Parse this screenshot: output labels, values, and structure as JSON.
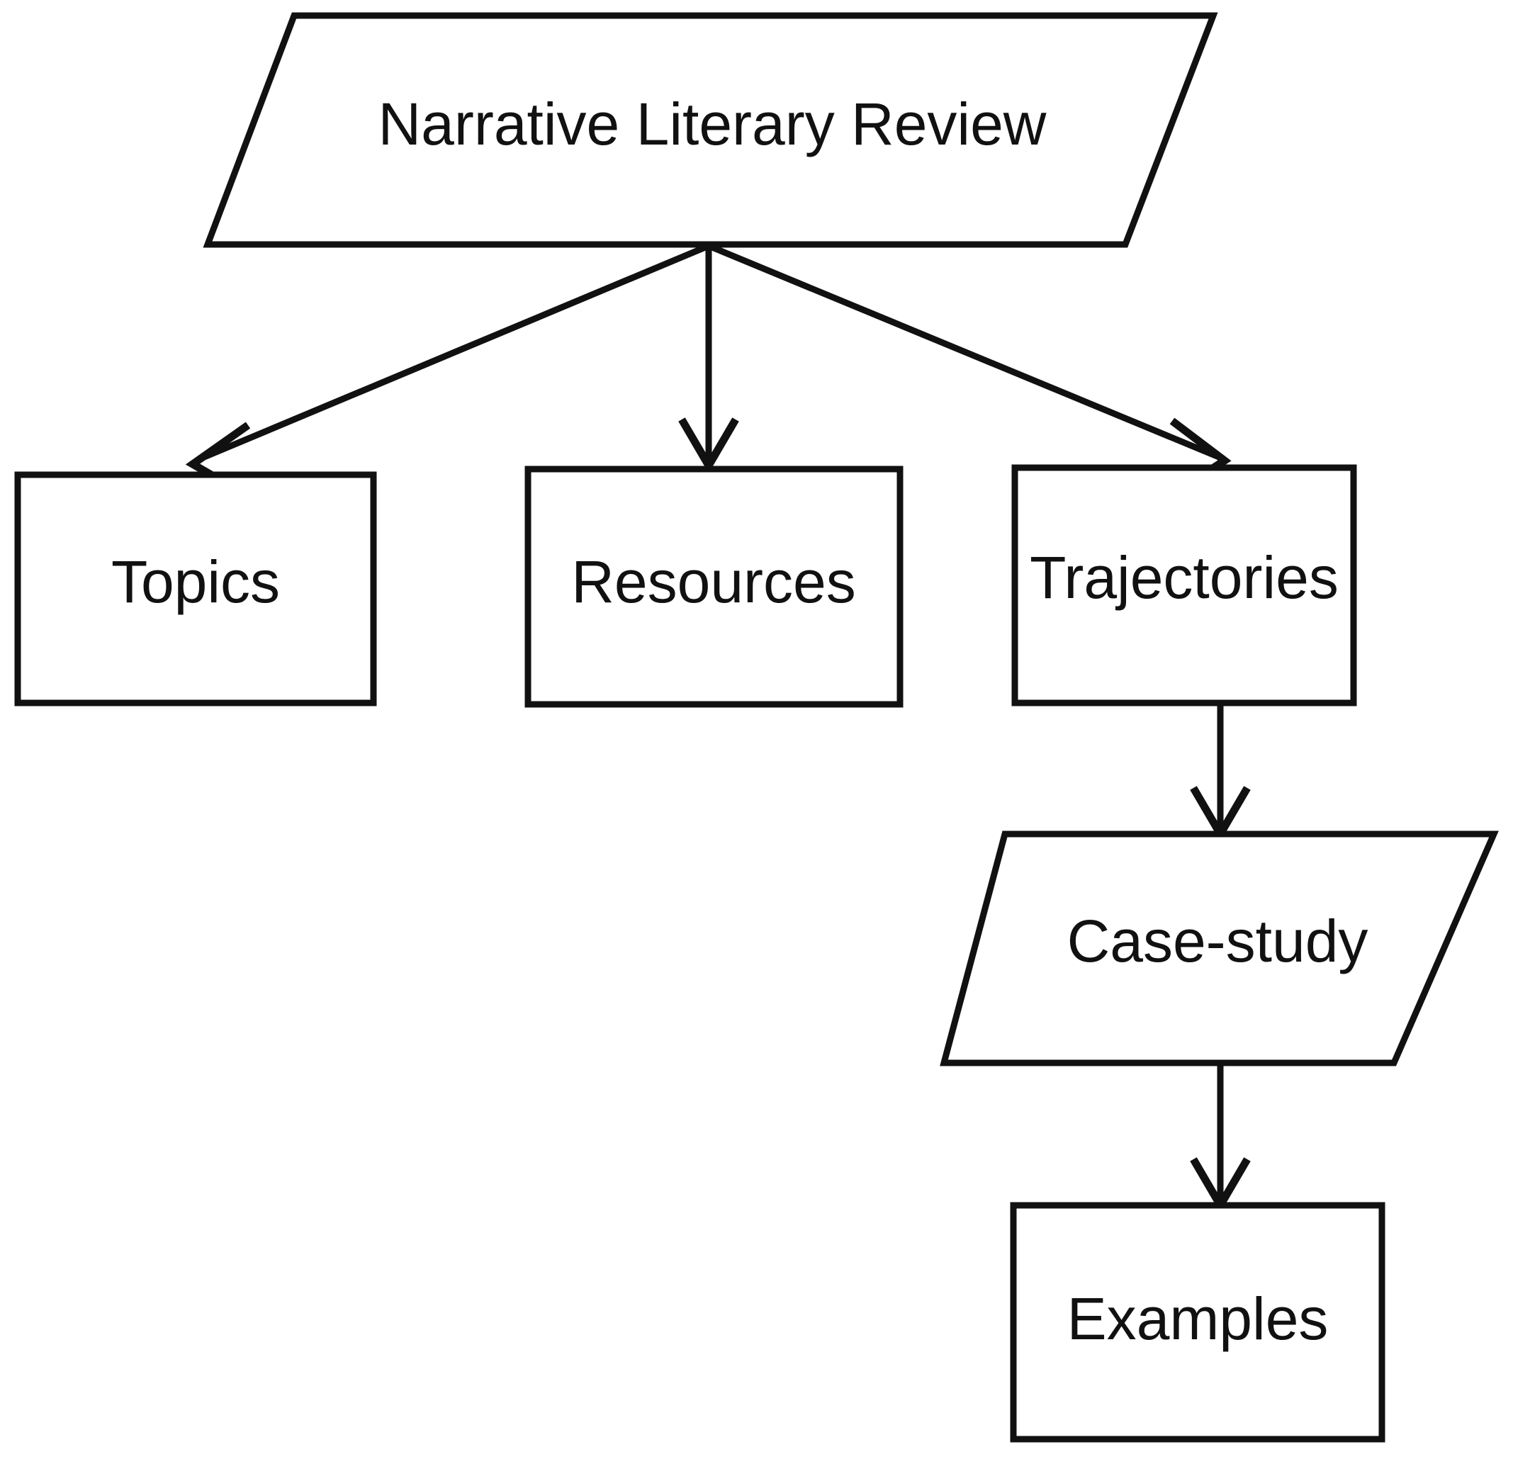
{
  "diagram": {
    "type": "flowchart",
    "title": "Narrative Literary Review",
    "background_color": "#ffffff",
    "stroke_color": "#111111",
    "text_color": "#111111",
    "nodes": [
      {
        "id": "narrative-literary-review",
        "label": "Narrative Literary Review",
        "shape": "parallelogram"
      },
      {
        "id": "topics",
        "label": "Topics",
        "shape": "rectangle"
      },
      {
        "id": "resources",
        "label": "Resources",
        "shape": "rectangle"
      },
      {
        "id": "trajectories",
        "label": "Trajectories",
        "shape": "rectangle"
      },
      {
        "id": "case-study",
        "label": "Case-study",
        "shape": "parallelogram"
      },
      {
        "id": "examples",
        "label": "Examples",
        "shape": "rectangle"
      }
    ],
    "edges": [
      {
        "from": "narrative-literary-review",
        "to": "topics",
        "arrow": true
      },
      {
        "from": "narrative-literary-review",
        "to": "resources",
        "arrow": true
      },
      {
        "from": "narrative-literary-review",
        "to": "trajectories",
        "arrow": true
      },
      {
        "from": "trajectories",
        "to": "case-study",
        "arrow": true
      },
      {
        "from": "case-study",
        "to": "examples",
        "arrow": true
      }
    ]
  }
}
